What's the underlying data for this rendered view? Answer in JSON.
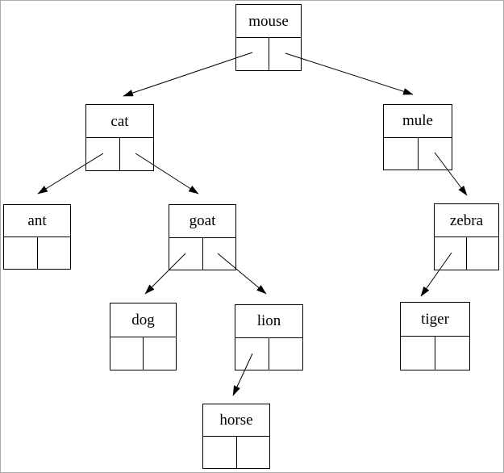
{
  "colors": {
    "line": "#000000",
    "background": "#ffffff",
    "frame_border": "#aaaaaa"
  },
  "diagram": {
    "type": "binary-tree-node-diagram",
    "root": "mouse",
    "nodes": [
      {
        "id": "mouse",
        "label": "mouse",
        "left_child": "cat",
        "right_child": "mule"
      },
      {
        "id": "cat",
        "label": "cat",
        "left_child": "ant",
        "right_child": "goat"
      },
      {
        "id": "mule",
        "label": "mule",
        "left_child": null,
        "right_child": "zebra"
      },
      {
        "id": "ant",
        "label": "ant",
        "left_child": null,
        "right_child": null
      },
      {
        "id": "goat",
        "label": "goat",
        "left_child": "dog",
        "right_child": "lion"
      },
      {
        "id": "zebra",
        "label": "zebra",
        "left_child": "tiger",
        "right_child": null
      },
      {
        "id": "dog",
        "label": "dog",
        "left_child": null,
        "right_child": null
      },
      {
        "id": "lion",
        "label": "lion",
        "left_child": "horse",
        "right_child": null
      },
      {
        "id": "tiger",
        "label": "tiger",
        "left_child": null,
        "right_child": null
      },
      {
        "id": "horse",
        "label": "horse",
        "left_child": null,
        "right_child": null
      }
    ],
    "edges": [
      {
        "from": "mouse",
        "pointer": "left",
        "to": "cat"
      },
      {
        "from": "mouse",
        "pointer": "right",
        "to": "mule"
      },
      {
        "from": "cat",
        "pointer": "left",
        "to": "ant"
      },
      {
        "from": "cat",
        "pointer": "right",
        "to": "goat"
      },
      {
        "from": "goat",
        "pointer": "left",
        "to": "dog"
      },
      {
        "from": "goat",
        "pointer": "right",
        "to": "lion"
      },
      {
        "from": "lion",
        "pointer": "left",
        "to": "horse"
      },
      {
        "from": "mule",
        "pointer": "right",
        "to": "zebra"
      },
      {
        "from": "zebra",
        "pointer": "left",
        "to": "tiger"
      }
    ]
  }
}
